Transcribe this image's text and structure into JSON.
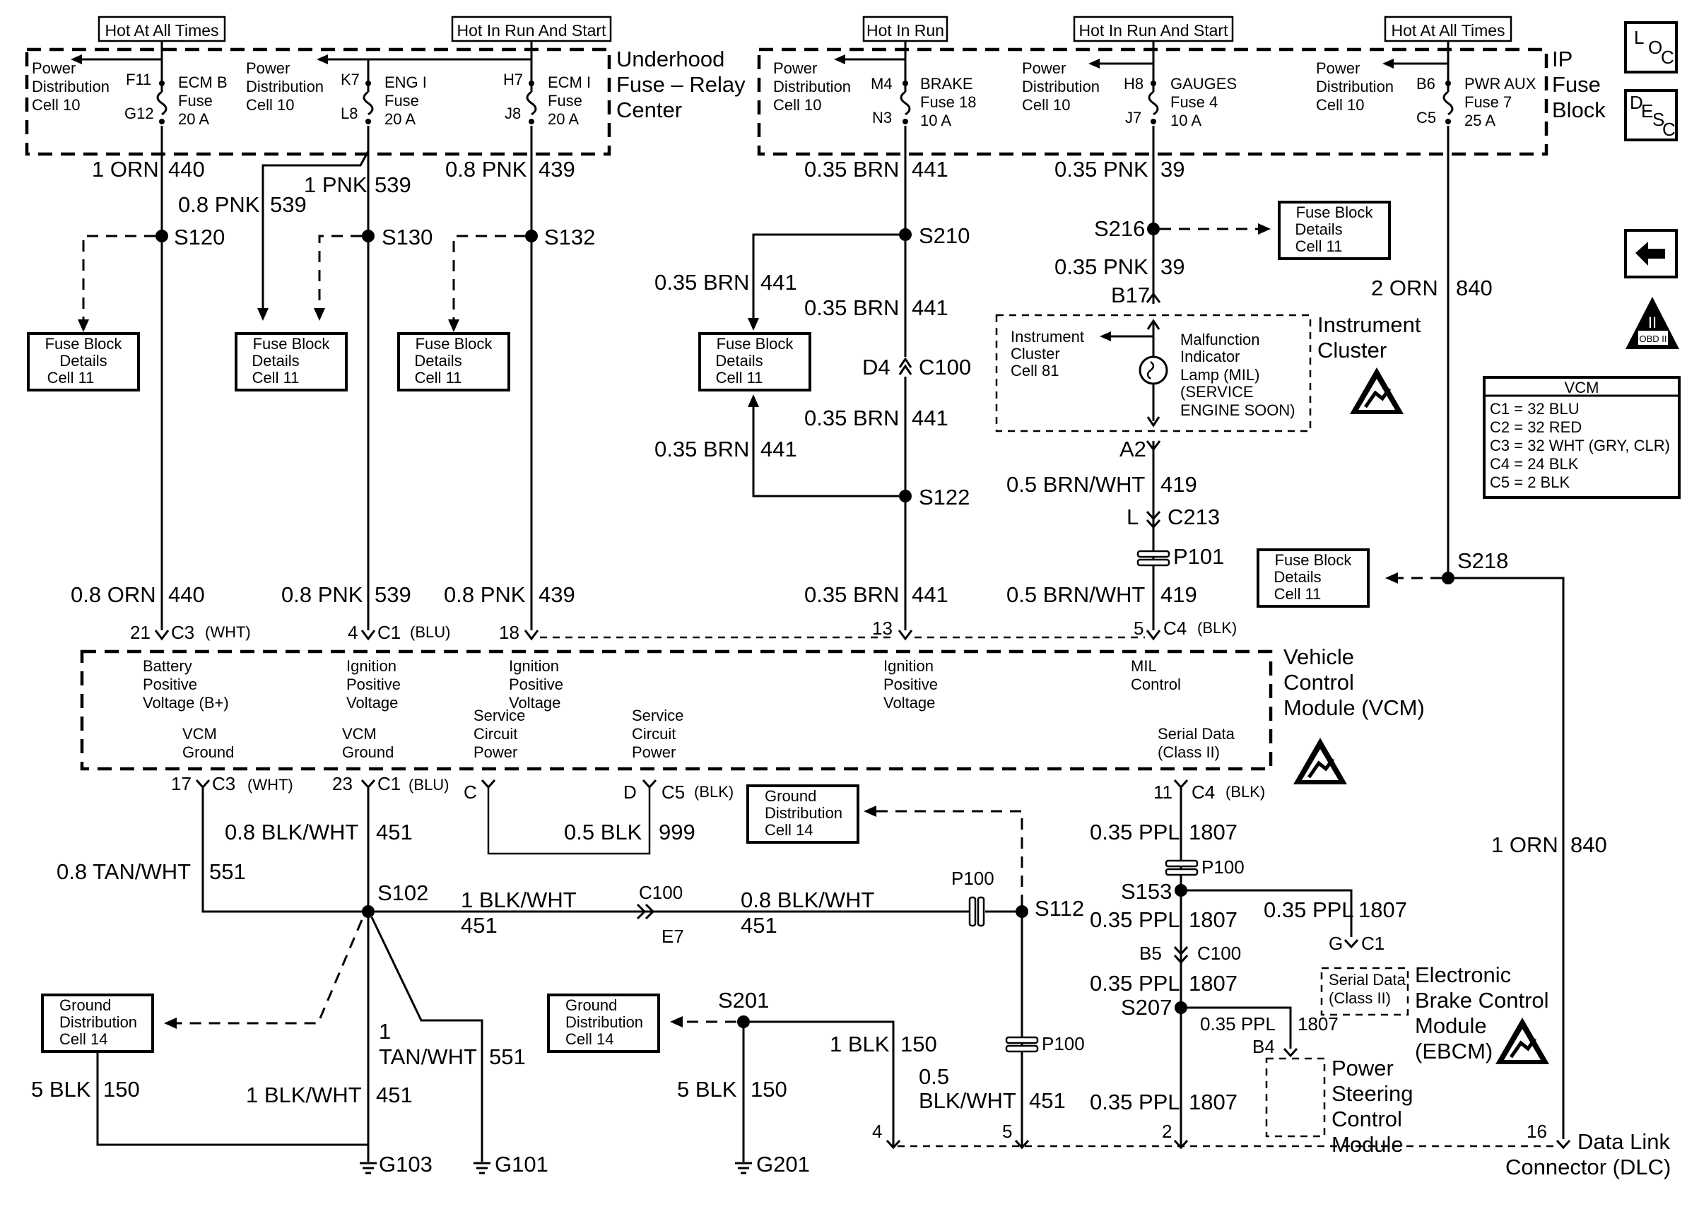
{
  "headers": {
    "h1": "Hot At All Times",
    "h2": "Hot In Run And Start",
    "h3": "Hot In Run",
    "h4": "Hot In Run And Start",
    "h5": "Hot At All Times"
  },
  "underhood": {
    "title1": "Underhood",
    "title2": "Fuse – Relay",
    "title3": "Center",
    "fuses": [
      {
        "pd1": "Power",
        "pd2": "Distribution",
        "pd3": "Cell 10",
        "pin_top": "F11",
        "pin_bot": "G12",
        "n1": "ECM B",
        "n2": "Fuse",
        "n3": "20 A"
      },
      {
        "pd1": "Power",
        "pd2": "Distribution",
        "pd3": "Cell 10",
        "pin_top": "K7",
        "pin_bot": "L8",
        "n1": "ENG I",
        "n2": "Fuse",
        "n3": "20 A"
      },
      {
        "pin_top": "H7",
        "pin_bot": "J8",
        "n1": "ECM I",
        "n2": "Fuse",
        "n3": "20 A"
      }
    ]
  },
  "ip_block": {
    "title1": "IP",
    "title2": "Fuse",
    "title3": "Block",
    "fuses": [
      {
        "pd1": "Power",
        "pd2": "Distribution",
        "pd3": "Cell 10",
        "pin_top": "M4",
        "pin_bot": "N3",
        "n1": "BRAKE",
        "n2": "Fuse 18",
        "n3": "10 A"
      },
      {
        "pd1": "Power",
        "pd2": "Distribution",
        "pd3": "Cell 10",
        "pin_top": "H8",
        "pin_bot": "J7",
        "n1": "GAUGES",
        "n2": "Fuse 4",
        "n3": "10 A"
      },
      {
        "pd1": "Power",
        "pd2": "Distribution",
        "pd3": "Cell 10",
        "pin_top": "B6",
        "pin_bot": "C5",
        "n1": "PWR AUX",
        "n2": "Fuse 7",
        "n3": "25 A"
      }
    ]
  },
  "wires": {
    "w1": "1 ORN",
    "c1": "440",
    "w2": "1 PNK",
    "c2": "539",
    "w3": "0.8 PNK",
    "c3": "539",
    "w4": "0.8 PNK",
    "c4": "439",
    "w5": "0.35 BRN",
    "c5": "441",
    "w6": "0.35 PNK",
    "c6": "39",
    "w7": "0.35 BRN",
    "c7": "441",
    "w8": "0.35 BRN",
    "c8": "441",
    "w9": "0.35 PNK",
    "c9": "39",
    "w10": "2 ORN",
    "c10": "840",
    "w11": "0.35 BRN",
    "c11": "441",
    "w12": "0.35 BRN",
    "c12": "441",
    "w13": "0.5 BRN/WHT",
    "c13": "419",
    "w14": "0.8 ORN",
    "c14": "440",
    "w15": "0.8 PNK",
    "c15": "539",
    "w16": "0.8 PNK",
    "c16": "439",
    "w17": "0.35 BRN",
    "c17": "441",
    "w18": "0.5 BRN/WHT",
    "c18": "419",
    "w19": "0.8 BLK/WHT",
    "c19": "451",
    "w20": "0.8 TAN/WHT",
    "c20": "551",
    "w21": "0.5 BLK",
    "c21": "999",
    "w22": "1 BLK/WHT",
    "c22": "451",
    "w23": "0.8 BLK/WHT",
    "c23": "451",
    "w24": "0.35 PPL",
    "c24": "1807",
    "w25": "0.35 PPL",
    "c25": "1807",
    "w26": "0.35 PPL",
    "c26": "1807",
    "w27": "0.35 PPL",
    "c27": "1807",
    "w28": "0.35 PPL",
    "c28": "1807",
    "w29": "1 ORN",
    "c29": "840",
    "w30": "1",
    "w30b": "TAN/WHT",
    "c30": "551",
    "w31": "5 BLK",
    "c31": "150",
    "w32": "1 BLK/WHT",
    "c32": "451",
    "w33": "5 BLK",
    "c33": "150",
    "w34": "1 BLK",
    "c34": "150",
    "w35": "0.5",
    "w35b": "BLK/WHT",
    "c35": "451",
    "w36": "0.35 PPL",
    "c36": "1807"
  },
  "splices": {
    "s120": "S120",
    "s130": "S130",
    "s132": "S132",
    "s210": "S210",
    "s216": "S216",
    "s122": "S122",
    "s218": "S218",
    "s102": "S102",
    "s112": "S112",
    "s153": "S153",
    "s207": "S207",
    "s201": "S201"
  },
  "connectors": {
    "b17": "B17",
    "d4": "D4",
    "c100a": "C100",
    "a2": "A2",
    "l": "L",
    "c213": "C213",
    "p101": "P101",
    "c3a": "C3",
    "c3a_pin": "21",
    "c3a_col": "(WHT)",
    "c1a": "C1",
    "c1a_pin": "4",
    "c1a_col": "(BLU)",
    "pin18": "18",
    "pin13": "13",
    "c4a": "C4",
    "c4a_pin": "5",
    "c4a_col": "(BLK)",
    "c3b": "C3",
    "c3b_pin": "17",
    "c3b_col": "(WHT)",
    "c1b": "C1",
    "c1b_pin": "23",
    "c1b_col": "(BLU)",
    "cc": "C",
    "cd": "D",
    "c5": "C5",
    "c5_col": "(BLK)",
    "c4b": "C4",
    "c4b_pin": "11",
    "c4b_col": "(BLK)",
    "p100a": "P100",
    "p100b": "P100",
    "p100c": "P100",
    "c100b": "C100",
    "e7": "E7",
    "b5": "B5",
    "c100c": "C100",
    "g": "G",
    "c1c": "C1",
    "b4": "B4",
    "pin4": "4",
    "pin5": "5",
    "pin2": "2",
    "pin16": "16",
    "g103": "G103",
    "g101": "G101",
    "g201": "G201"
  },
  "refboxes": {
    "fb1": [
      "Fuse Block",
      "Details",
      "Cell 11"
    ],
    "fb2": [
      "Fuse Block",
      "Details",
      "Cell 11"
    ],
    "fb3": [
      "Fuse Block",
      "Details",
      "Cell 11"
    ],
    "fb4": [
      "Fuse Block",
      "Details",
      "Cell 11"
    ],
    "fb5": [
      "Fuse Block",
      "Details",
      "Cell 11"
    ],
    "fb6": [
      "Fuse Block",
      "Details",
      "Cell 11"
    ],
    "gd1": [
      "Ground",
      "Distribution",
      "Cell 14"
    ],
    "gd2": [
      "Ground",
      "Distribution",
      "Cell 14"
    ],
    "gd3": [
      "Ground",
      "Distribution",
      "Cell 14"
    ]
  },
  "cluster": {
    "ref1": "Instrument",
    "ref2": "Cluster",
    "ref3": "Cell 81",
    "mil1": "Malfunction",
    "mil2": "Indicator",
    "mil3": "Lamp (MIL)",
    "mil4": "(SERVICE",
    "mil5": "ENGINE SOON)",
    "title1": "Instrument",
    "title2": "Cluster"
  },
  "vcm": {
    "title1": "Vehicle",
    "title2": "Control",
    "title3": "Module (VCM)",
    "f_bat1": "Battery",
    "f_bat2": "Positive",
    "f_bat3": "Voltage (B+)",
    "f_ign1a": "Ignition",
    "f_ign1b": "Positive",
    "f_ign1c": "Voltage",
    "f_ign2a": "Ignition",
    "f_ign2b": "Positive",
    "f_ign2c": "Voltage",
    "f_ign3a": "Ignition",
    "f_ign3b": "Positive",
    "f_ign3c": "Voltage",
    "f_mil1": "MIL",
    "f_mil2": "Control",
    "f_gnd1a": "VCM",
    "f_gnd1b": "Ground",
    "f_gnd2a": "VCM",
    "f_gnd2b": "Ground",
    "f_scp1a": "Service",
    "f_scp1b": "Circuit",
    "f_scp1c": "Power",
    "f_scp2a": "Service",
    "f_scp2b": "Circuit",
    "f_scp2c": "Power",
    "f_ser1": "Serial Data",
    "f_ser2": "(Class II)"
  },
  "ebcm": {
    "sd1": "Serial Data",
    "sd2": "(Class II)",
    "t1": "Electronic",
    "t2": "Brake Control",
    "t3": "Module",
    "t4": "(EBCM)"
  },
  "pscm": {
    "t1": "Power",
    "t2": "Steering",
    "t3": "Control",
    "t4": "Module"
  },
  "dlc": {
    "t1": "Data Link",
    "t2": "Connector (DLC)"
  },
  "vcm_table": {
    "title": "VCM",
    "rows": [
      "C1 = 32 BLU",
      "C2 = 32 RED",
      "C3 = 32 WHT (GRY, CLR)",
      "C4 = 24 BLK",
      "C5 = 2 BLK"
    ]
  },
  "icons": {
    "loc": "L",
    "loc_o": "O",
    "loc_c": "C",
    "desc_d": "D",
    "desc_e": "E",
    "desc_s": "S",
    "desc_c": "C",
    "obd_top": "II",
    "obd_bot": "OBD II"
  }
}
